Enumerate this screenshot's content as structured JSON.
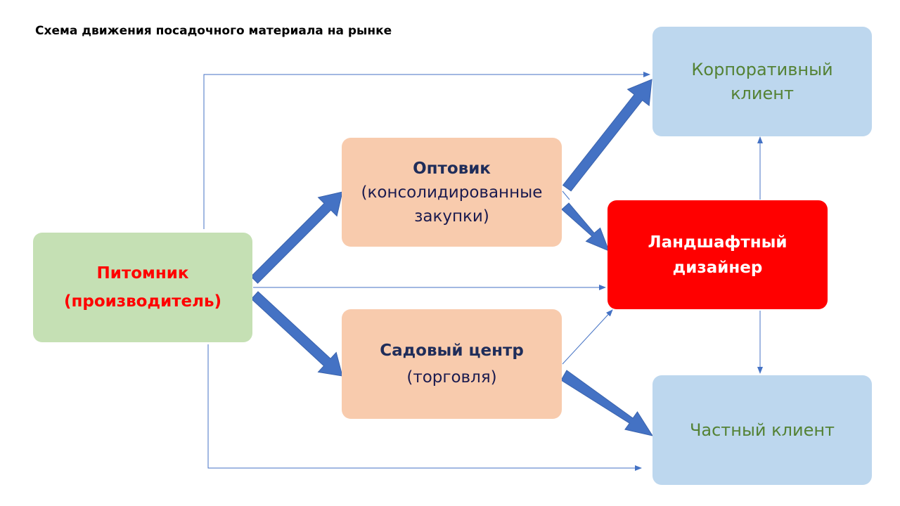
{
  "title": "Схема движения посадочного материала на рынке",
  "nodes": {
    "nursery": {
      "line1": "Питомник",
      "line2": "(производитель)"
    },
    "wholesaler": {
      "line1": "Оптовик",
      "line2": "(консолидированные",
      "line3": "закупки)"
    },
    "garden_center": {
      "line1": "Садовый центр",
      "line2": "(торговля)"
    },
    "landscape_designer": {
      "line1": "Ландшафтный",
      "line2": "дизайнер"
    },
    "corporate_client": {
      "line1": "Корпоративный",
      "line2": "клиент"
    },
    "private_client": {
      "line1": "Частный клиент"
    }
  },
  "colors": {
    "nursery_fill": "#c5e0b4",
    "intermediary_fill": "#f8cbad",
    "designer_fill": "#ff0000",
    "client_fill": "#bdd7ee",
    "arrow_main": "#4472c4",
    "nursery_text": "#ff0000",
    "client_text": "#548235"
  }
}
